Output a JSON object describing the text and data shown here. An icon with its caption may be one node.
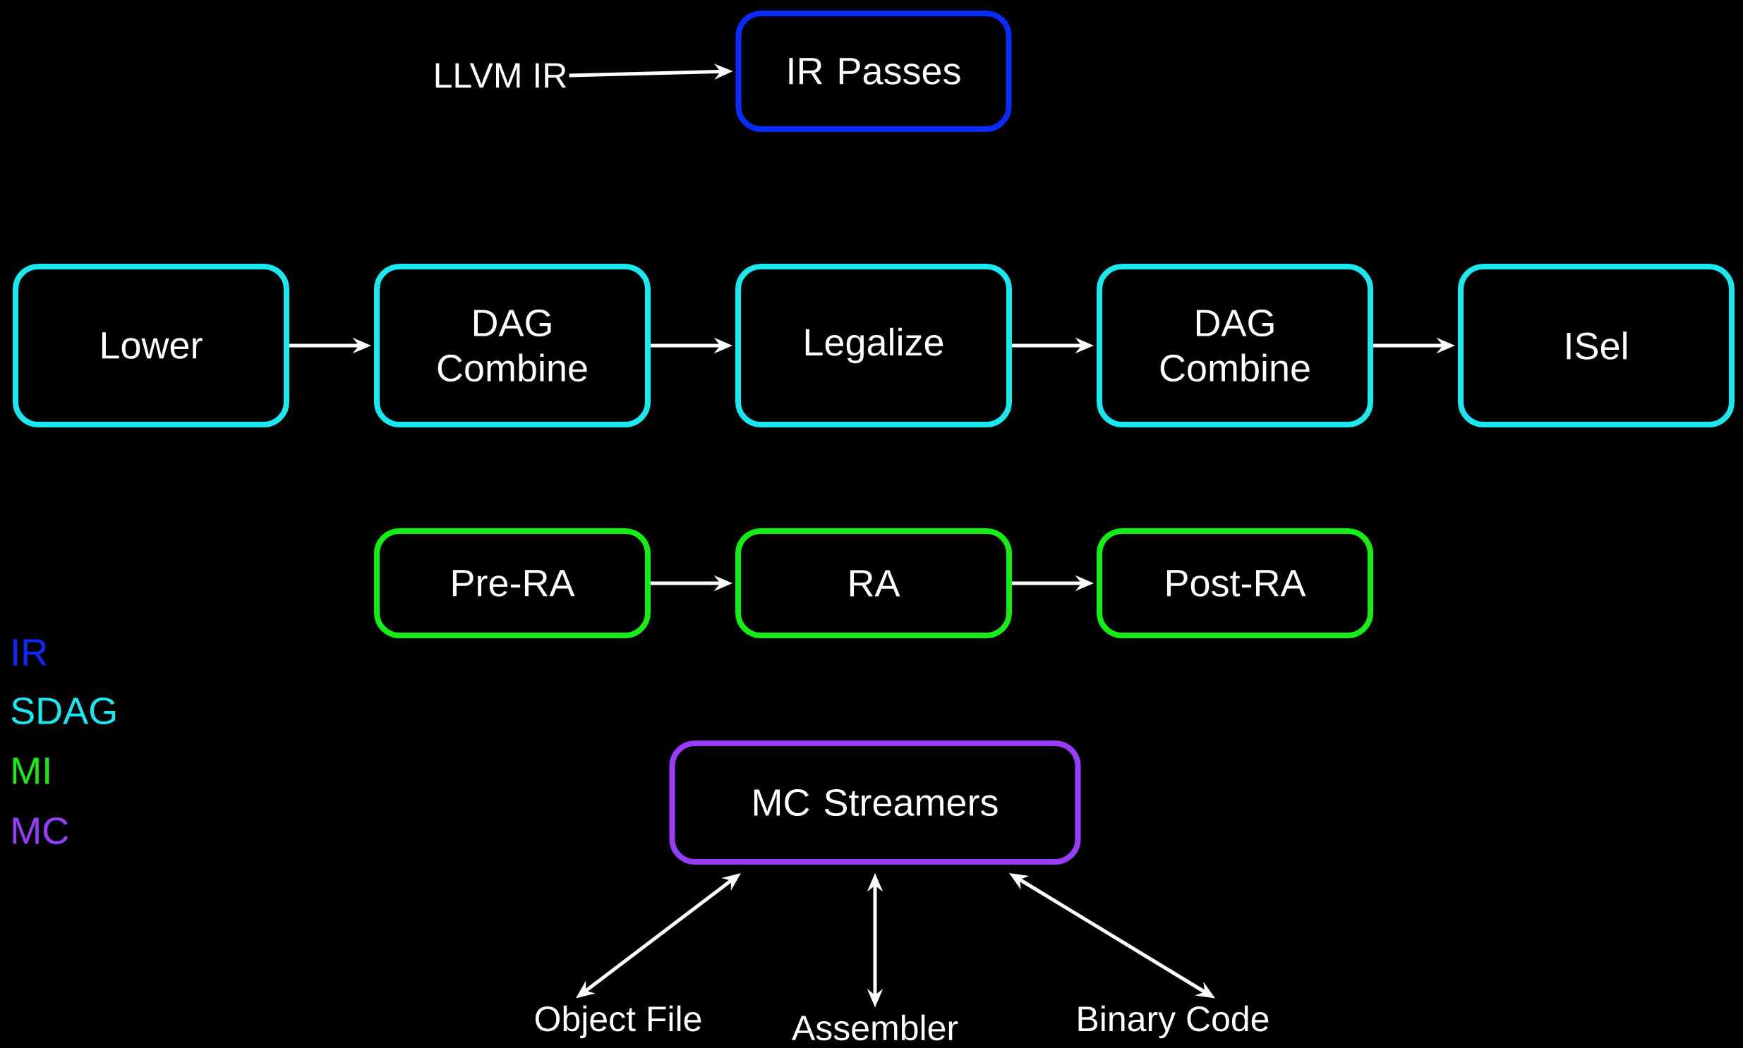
{
  "diagram": {
    "nodes": [
      {
        "text": [
          "LLVM IR"
        ]
      },
      {
        "text": [
          "IR Passes"
        ]
      },
      {
        "text": [
          "Lower"
        ]
      },
      {
        "text": [
          "DAG Combine"
        ]
      },
      {
        "text": [
          "Legalize"
        ]
      },
      {
        "text": [
          "DAG Combine"
        ]
      },
      {
        "text": [
          "ISel"
        ]
      },
      {
        "text": [
          "Pre-RA"
        ]
      },
      {
        "text": [
          "RA"
        ]
      },
      {
        "text": [
          "Post-RA"
        ]
      },
      {
        "text": [
          "MC Streamers"
        ]
      },
      {
        "text": [
          "Object File"
        ]
      },
      {
        "text": [
          "Assembler"
        ]
      },
      {
        "text": [
          "Binary Code"
        ]
      }
    ],
    "edges": [
      {
        "from": 0,
        "to": 1,
        "arrow": "to"
      },
      {
        "from": 2,
        "to": 3,
        "arrow": "to"
      },
      {
        "from": 3,
        "to": 4,
        "arrow": "to"
      },
      {
        "from": 4,
        "to": 5,
        "arrow": "to"
      },
      {
        "from": 5,
        "to": 6,
        "arrow": "to"
      },
      {
        "from": 7,
        "to": 8,
        "arrow": "to"
      },
      {
        "from": 8,
        "to": 9,
        "arrow": "to"
      },
      {
        "from": 10,
        "to": 11,
        "arrow": "both"
      },
      {
        "from": 10,
        "to": 12,
        "arrow": "both"
      },
      {
        "from": 10,
        "to": 13,
        "arrow": "both"
      }
    ],
    "legend": [
      {
        "text": "IR",
        "color": "#0a2bff"
      },
      {
        "text": "SDAG",
        "color": "#1ae8f0"
      },
      {
        "text": "MI",
        "color": "#14ee14"
      },
      {
        "text": "MC",
        "color": "#9a3cff"
      }
    ]
  }
}
